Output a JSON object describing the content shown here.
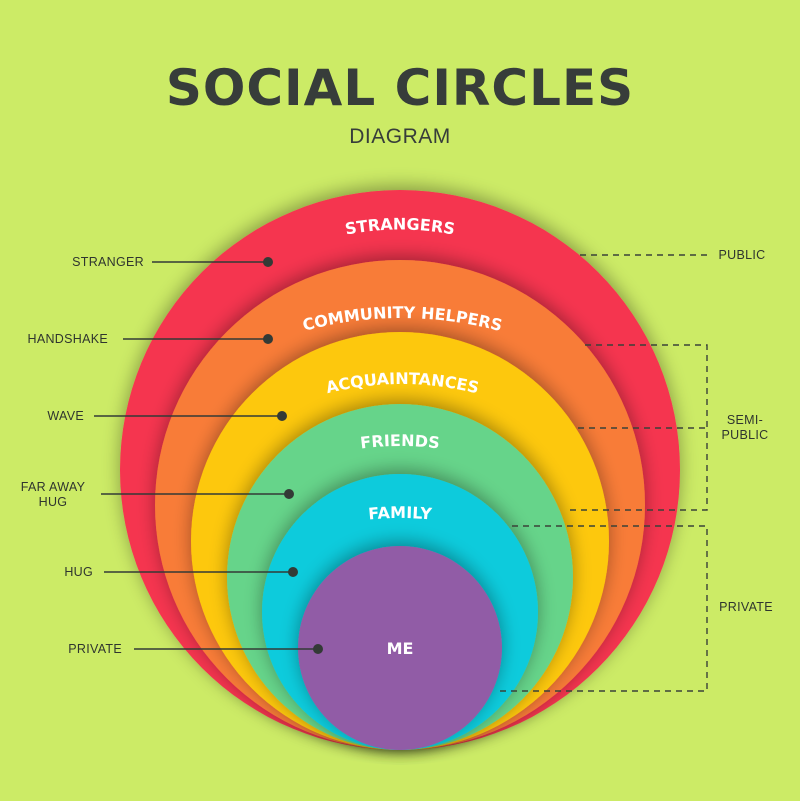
{
  "header": {
    "title": "SOCIAL CIRCLES",
    "subtitle": "DIAGRAM"
  },
  "colors": {
    "background": "#CCEB66",
    "text_dark": "#373D3A",
    "strangers": "#F5354F",
    "community_helpers": "#F87C38",
    "acquaintances": "#FDC80A",
    "friends": "#66D48A",
    "family": "#0BCBDC",
    "me": "#915CA6"
  },
  "circles": [
    {
      "label": "STRANGERS",
      "color": "#F5354F"
    },
    {
      "label": "COMMUNITY HELPERS",
      "color": "#F87C38"
    },
    {
      "label": "ACQUAINTANCES",
      "color": "#FDC80A"
    },
    {
      "label": "FRIENDS",
      "color": "#66D48A"
    },
    {
      "label": "FAMILY",
      "color": "#0BCBDC"
    },
    {
      "label": "ME",
      "color": "#915CA6"
    }
  ],
  "left_labels": [
    {
      "text": "STRANGER"
    },
    {
      "text": "HANDSHAKE"
    },
    {
      "text": "WAVE"
    },
    {
      "line1": "FAR AWAY",
      "line2": "HUG"
    },
    {
      "text": "HUG"
    },
    {
      "text": "PRIVATE"
    }
  ],
  "right_labels": [
    {
      "text": "PUBLIC"
    },
    {
      "line1": "SEMI-",
      "line2": "PUBLIC"
    },
    {
      "text": "PRIVATE"
    }
  ]
}
